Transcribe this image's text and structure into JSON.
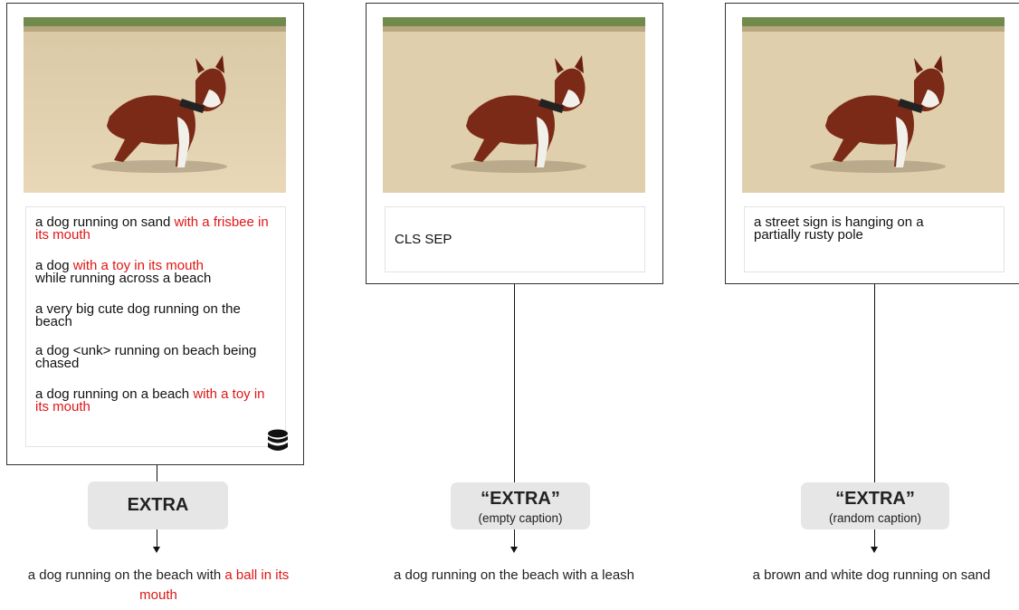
{
  "panels": [
    {
      "captions": [
        {
          "black": "a dog running on sand ",
          "red": "with a frisbee in its mouth",
          "black_after": ""
        },
        {
          "black": "a dog ",
          "red": "with a toy in its mouth",
          "black_after": "while running across a beach"
        },
        {
          "black": "a very big cute dog running on the beach",
          "red": "",
          "black_after": ""
        },
        {
          "black": "a dog <unk> running on beach being chased",
          "red": "",
          "black_after": ""
        },
        {
          "black": "a dog running on a beach ",
          "red": "with a toy in its mouth",
          "black_after": ""
        }
      ],
      "icon": "database-icon",
      "extra_title": "EXTRA",
      "extra_sub": "",
      "output_black": "a dog running on the beach with ",
      "output_red": "a ball in its mouth"
    },
    {
      "captions": [
        {
          "black": "CLS SEP",
          "red": "",
          "black_after": ""
        }
      ],
      "extra_title": "“EXTRA”",
      "extra_sub": "(empty caption)",
      "output_black": "a dog running on the beach with a leash",
      "output_red": ""
    },
    {
      "captions": [
        {
          "black": "a street sign is hanging on a partially rusty pole",
          "red": "",
          "black_after": ""
        }
      ],
      "extra_title": "“EXTRA”",
      "extra_sub": "(random caption)",
      "output_black": "a brown and white dog running on sand",
      "output_red": ""
    }
  ],
  "colors": {
    "highlight": "#e01616",
    "box": "#e6e6e6"
  }
}
